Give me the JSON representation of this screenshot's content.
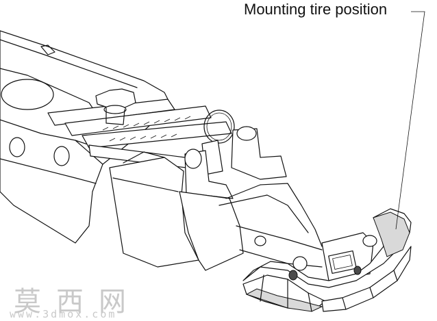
{
  "annotation": {
    "label": "Mounting tire position"
  },
  "watermark": {
    "chinese": "莫西网",
    "url": "www.3dmox.com"
  }
}
